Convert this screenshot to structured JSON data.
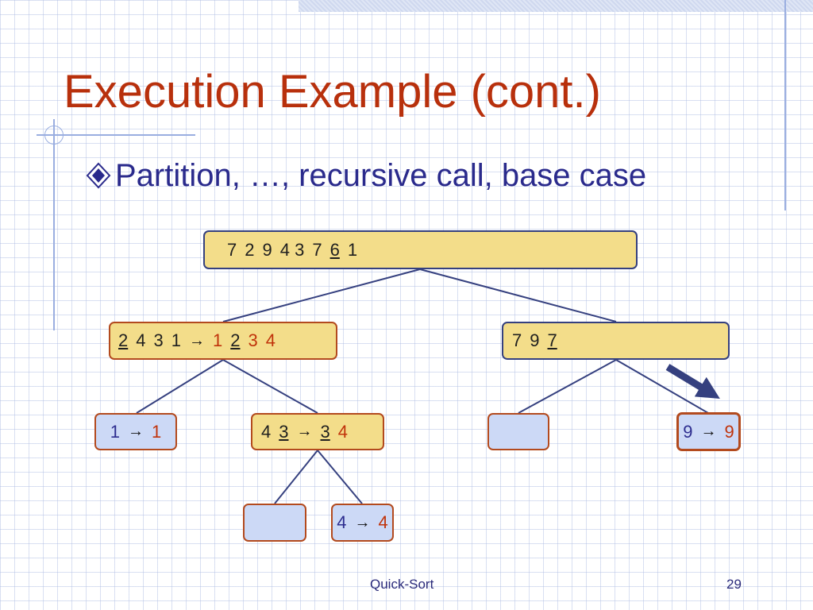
{
  "slide": {
    "title": "Execution Example (cont.)",
    "bullet": "Partition, …, recursive call, base case",
    "footer_center": "Quick-Sort",
    "page_number": "29"
  },
  "colors": {
    "title": "#b8300c",
    "bullet_text": "#2a2a8c",
    "node_active": "#f3dd8a",
    "node_base": "#ccd9f6",
    "node_border": "#b34a1e",
    "sorted_digit": "#c0330b",
    "edges": "#35407f"
  },
  "tree": {
    "root": {
      "style": "yellow-navy",
      "tokens": [
        {
          "t": "7"
        },
        {
          "t": "2"
        },
        {
          "t": "9"
        },
        {
          "t": "4 3"
        },
        {
          "t": "7"
        },
        {
          "t": "6",
          "pivot": true
        },
        {
          "t": "1"
        }
      ]
    },
    "left": {
      "style": "yellow",
      "tokens": [
        {
          "t": "2",
          "pivot": true
        },
        {
          "t": "4"
        },
        {
          "t": "3"
        },
        {
          "t": "1"
        },
        {
          "arrow": true
        },
        {
          "t": "1",
          "sorted": true
        },
        {
          "t": "2",
          "pivot": true
        },
        {
          "t": "3",
          "sorted": true
        },
        {
          "t": "4",
          "sorted": true
        }
      ]
    },
    "right": {
      "style": "yellow-navy",
      "tokens": [
        {
          "t": "7"
        },
        {
          "t": "9"
        },
        {
          "t": "7",
          "pivot": true
        }
      ]
    },
    "left_left": {
      "style": "blue",
      "tokens": [
        {
          "t": "1"
        },
        {
          "arrow": true
        },
        {
          "t": "1",
          "sorted": true
        }
      ]
    },
    "left_right": {
      "style": "yellow",
      "tokens": [
        {
          "t": "4"
        },
        {
          "t": "3",
          "pivot": true
        },
        {
          "arrow": true
        },
        {
          "t": "3",
          "pivot": true
        },
        {
          "t": "4",
          "sorted": true
        }
      ]
    },
    "right_left": {
      "style": "blue",
      "tokens": []
    },
    "right_right": {
      "style": "blue-highlight",
      "tokens": [
        {
          "t": "9"
        },
        {
          "arrow": true
        },
        {
          "t": "9",
          "sorted": true
        }
      ]
    },
    "left_right_left": {
      "style": "blue",
      "tokens": []
    },
    "left_right_right": {
      "style": "blue",
      "tokens": [
        {
          "t": "4"
        },
        {
          "arrow": true
        },
        {
          "t": "4",
          "sorted": true
        }
      ]
    }
  }
}
